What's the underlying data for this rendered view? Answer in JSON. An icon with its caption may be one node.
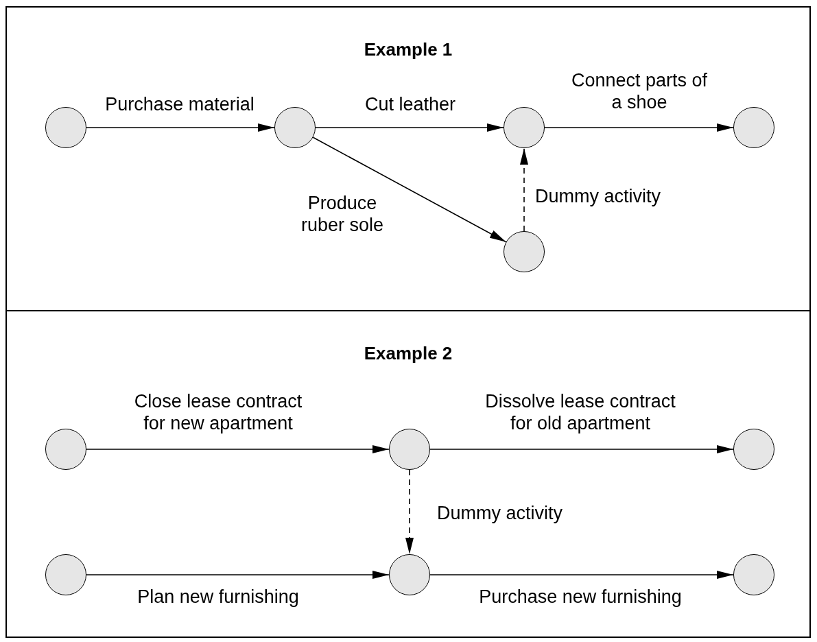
{
  "diagram": {
    "nodes": [
      {
        "text": [
          "Example 1"
        ]
      },
      {
        "text": [],
        "shape": "circle",
        "in": 0
      },
      {
        "text": [],
        "shape": "circle",
        "in": 0
      },
      {
        "text": [],
        "shape": "circle",
        "in": 0
      },
      {
        "text": [],
        "shape": "circle",
        "in": 0
      },
      {
        "text": [],
        "shape": "circle",
        "in": 0
      },
      {
        "text": [
          "Example 2"
        ]
      },
      {
        "text": [],
        "shape": "circle",
        "in": 6
      },
      {
        "text": [],
        "shape": "circle",
        "in": 6
      },
      {
        "text": [],
        "shape": "circle",
        "in": 6
      },
      {
        "text": [],
        "shape": "circle",
        "in": 6
      },
      {
        "text": [],
        "shape": "circle",
        "in": 6
      },
      {
        "text": [],
        "shape": "circle",
        "in": 6
      }
    ],
    "edges": [
      {
        "from": 1,
        "to": 2,
        "arrow": "to",
        "label": "Purchase material"
      },
      {
        "from": 2,
        "to": 3,
        "arrow": "to",
        "label": "Cut leather"
      },
      {
        "from": 3,
        "to": 4,
        "arrow": "to",
        "label": "Connect parts of a shoe"
      },
      {
        "from": 2,
        "to": 5,
        "arrow": "to",
        "label": "Produce ruber sole"
      },
      {
        "from": 5,
        "to": 3,
        "arrow": "to",
        "label": "Dummy activity",
        "style": "dashed"
      },
      {
        "from": 7,
        "to": 8,
        "arrow": "to",
        "label": "Close lease contract for new apartment"
      },
      {
        "from": 8,
        "to": 9,
        "arrow": "to",
        "label": "Dissolve lease contract for old apartment"
      },
      {
        "from": 8,
        "to": 11,
        "arrow": "to",
        "label": "Dummy activity",
        "style": "dashed"
      },
      {
        "from": 10,
        "to": 11,
        "arrow": "to",
        "label": "Plan new furnishing"
      },
      {
        "from": 11,
        "to": 12,
        "arrow": "to",
        "label": "Purchase new furnishing"
      }
    ]
  }
}
